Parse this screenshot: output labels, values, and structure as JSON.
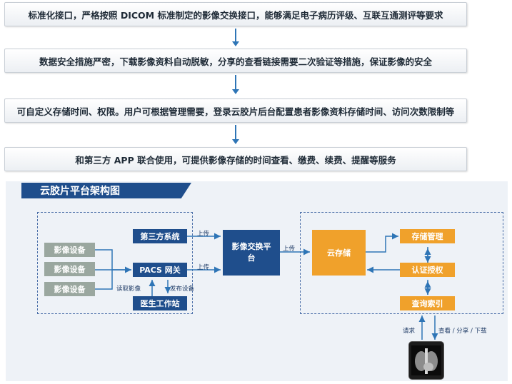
{
  "steps": [
    "标准化接口，严格按照 DICOM 标准制定的影像交换接口，能够满足电子病历评级、互联互通测评等要求",
    "数据安全措施严密，下载影像资料自动脱敏，分享的查看链接需要二次验证等措施，保证影像的安全",
    "可自定义存储时间、权限。用户可根据管理需要，登录云胶片后台配置患者影像资料存储时间、访问次数限制等",
    "和第三方 APP 联合使用，可提供影像存储的时间查看、缴费、续费、提醒等服务"
  ],
  "architecture": {
    "title": "云胶片平台架构图",
    "devices": [
      "影像设备",
      "影像设备",
      "影像设备"
    ],
    "third_party": "第三方系统",
    "pacs": "PACS 网关",
    "workstation": "医生工作站",
    "exchange": "影像交换平台",
    "cloud_storage": "云存储",
    "storage_mgmt": "存储管理",
    "auth": "认证授权",
    "query_index": "查询索引",
    "labels": {
      "upload1": "上传",
      "upload2": "上传",
      "upload3": "上传",
      "read_image": "读取影像",
      "publish_device": "发布设备",
      "request": "请求",
      "view_share_download": "查看 / 分享 / 下载"
    }
  }
}
